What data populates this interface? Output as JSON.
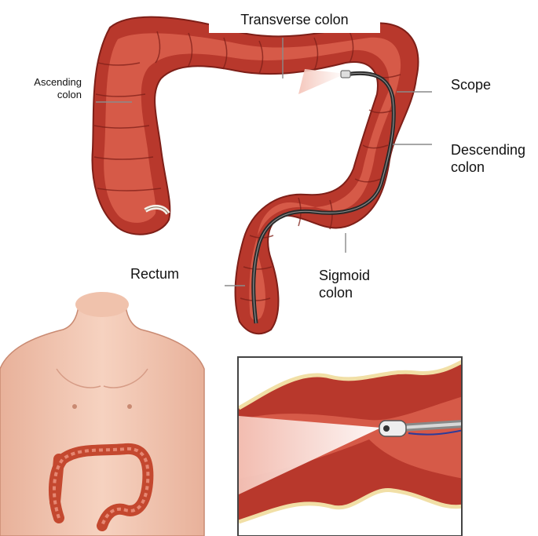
{
  "labels": {
    "transverse": "Transverse colon",
    "ascending_line1": "Ascending",
    "ascending_line2": "colon",
    "scope": "Scope",
    "descending_line1": "Descending",
    "descending_line2": "colon",
    "rectum": "Rectum",
    "sigmoid_line1": "Sigmoid",
    "sigmoid_line2": "colon"
  },
  "colors": {
    "colon_wall": "#b8382c",
    "colon_inner": "#d65a48",
    "colon_highlight": "#e98474",
    "fold_line": "#7e1f18",
    "scope_tube": "#2a2a2a",
    "skin": "#f2c4ae",
    "skin_shadow": "#dfa48c",
    "inset_border": "#444444",
    "fat_layer": "#f1dfa6"
  }
}
